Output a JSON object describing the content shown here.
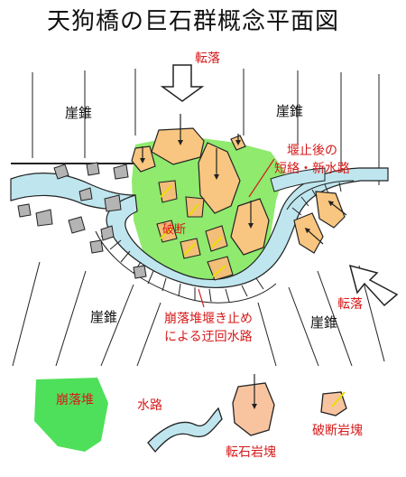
{
  "title": "天狗橋の巨石群概念平面図",
  "labels": {
    "rolling_top": "転落",
    "talus_top_left": "崖錐",
    "talus_top_right": "崖錐",
    "new_channel_line1": "堰止後の",
    "new_channel_line2": "短絡・新水路",
    "fracture": "破断",
    "talus_bottom_left": "崖錐",
    "detour_line1": "崩落堆堰き止め",
    "detour_line2": "による迂回水路",
    "talus_bottom_right": "崖錐",
    "rolling_right": "転落"
  },
  "legend": {
    "debris": "崩落堆",
    "waterway": "水路",
    "rolling_boulder": "転石岩塊",
    "fractured_rock": "破断岩塊"
  },
  "colors": {
    "debris_green": "#8fea6e",
    "legend_green": "#4ee05a",
    "water": "#bfe6ee",
    "boulder": "#f8c680",
    "fractured_boulder": "#f2be78",
    "legend_boulder": "#f8c4a0",
    "fracture_mark": "#e8e000",
    "stone_grey": "#b4b4b4",
    "label_red": "#d61a1a"
  }
}
